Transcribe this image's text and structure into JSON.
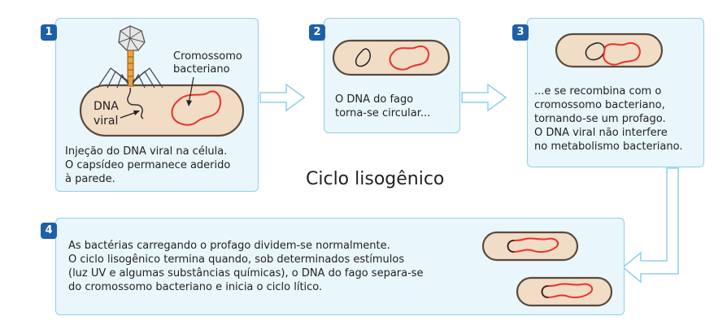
{
  "title": "Ciclo lisogênico",
  "steps": [
    {
      "number": "1",
      "text": [
        "Injeção do DNA viral na célula.",
        "O capsídeo permanece aderido",
        "à parede."
      ]
    },
    {
      "number": "2",
      "text": [
        "O DNA do fago",
        "torna-se circular..."
      ]
    },
    {
      "number": "3",
      "text": [
        "...e se recombina com o",
        "cromossomo bacteriano,",
        "tornando-se um profago.",
        "O DNA viral não interfere",
        "no metabolismo bacteriano."
      ]
    },
    {
      "number": "4",
      "text": [
        "As bactérias carregando o profago dividem-se normalmente.",
        "O ciclo lisogênico termina quando, sob determinados estímulos",
        "(luz UV e algumas substâncias químicas), o DNA do fago separa-se",
        "do cromossomo bacteriano e inicia o ciclo lítico."
      ]
    }
  ],
  "labels": {
    "chromosome": [
      "Cromossomo",
      "bacteriano"
    ],
    "viral_dna": [
      "DNA",
      "viral"
    ]
  },
  "colors": {
    "panel_bg": "#e9f6fc",
    "panel_border": "#8fd0ea",
    "badge": "#1e5fa8",
    "cell_fill": "#f1dcc6",
    "cell_border": "#5a4a3c",
    "chromosome": "#e8322b",
    "arrow": "#8fd0ea"
  }
}
